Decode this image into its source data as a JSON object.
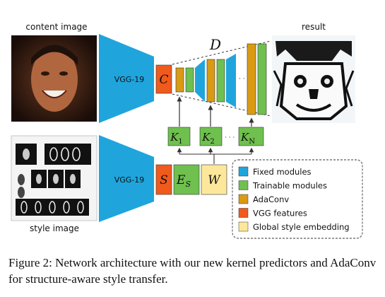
{
  "labels": {
    "content_image": "content image",
    "style_image": "style image",
    "result": "result",
    "vgg_top": "VGG-19",
    "vgg_bottom": "VGG-19",
    "decoder": "D",
    "c_block": "C",
    "s_block": "S",
    "es_main": "E",
    "es_sub": "S",
    "w_block": "W",
    "k1_main": "K",
    "k1_sub": "1",
    "k2_main": "K",
    "k2_sub": "2",
    "kn_main": "K",
    "kn_sub": "N",
    "dots_decoder": "· · ·",
    "dots_kernels": "· · ·"
  },
  "legend": {
    "items": [
      {
        "label": "Fixed modules",
        "color": "#1fa5dc"
      },
      {
        "label": "Trainable modules",
        "color": "#6fc04e"
      },
      {
        "label": "AdaConv",
        "color": "#d99b14"
      },
      {
        "label": "VGG features",
        "color": "#f05a1c"
      },
      {
        "label": "Global style embedding",
        "color": "#fde79a"
      }
    ]
  },
  "caption": "Figure 2: Network architecture with our new kernel predictors and AdaConv for structure-aware style transfer."
}
